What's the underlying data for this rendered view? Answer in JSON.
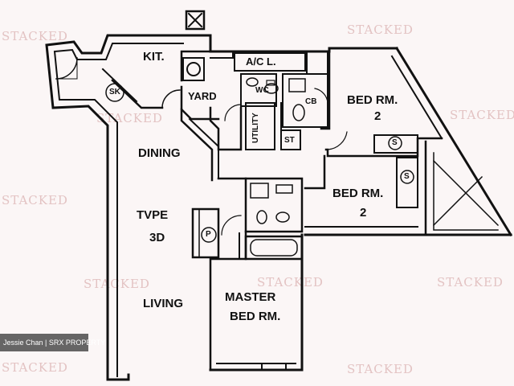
{
  "watermark": {
    "text": "STACKED"
  },
  "credit": {
    "text": "Jessie Chan | SRX PROPERTY"
  },
  "rooms": {
    "kitchen": "KIT.",
    "yard": "YARD",
    "ac_ledge": "A/C L.",
    "wc": "WC",
    "cb": "CB",
    "utility": "UTILITY",
    "st": "ST",
    "dining": "DINING",
    "type_line1": "TVPE",
    "type_line2": "3D",
    "living": "LIVING",
    "master_line1": "MASTER",
    "master_line2": "BED RM.",
    "bed1_line1": "BED RM.",
    "bed1_line2": "2",
    "bed2_line1": "BED RM.",
    "bed2_line2": "2",
    "shaft_s1": "S",
    "shaft_s2": "S",
    "sk": "SK",
    "p": "P"
  }
}
